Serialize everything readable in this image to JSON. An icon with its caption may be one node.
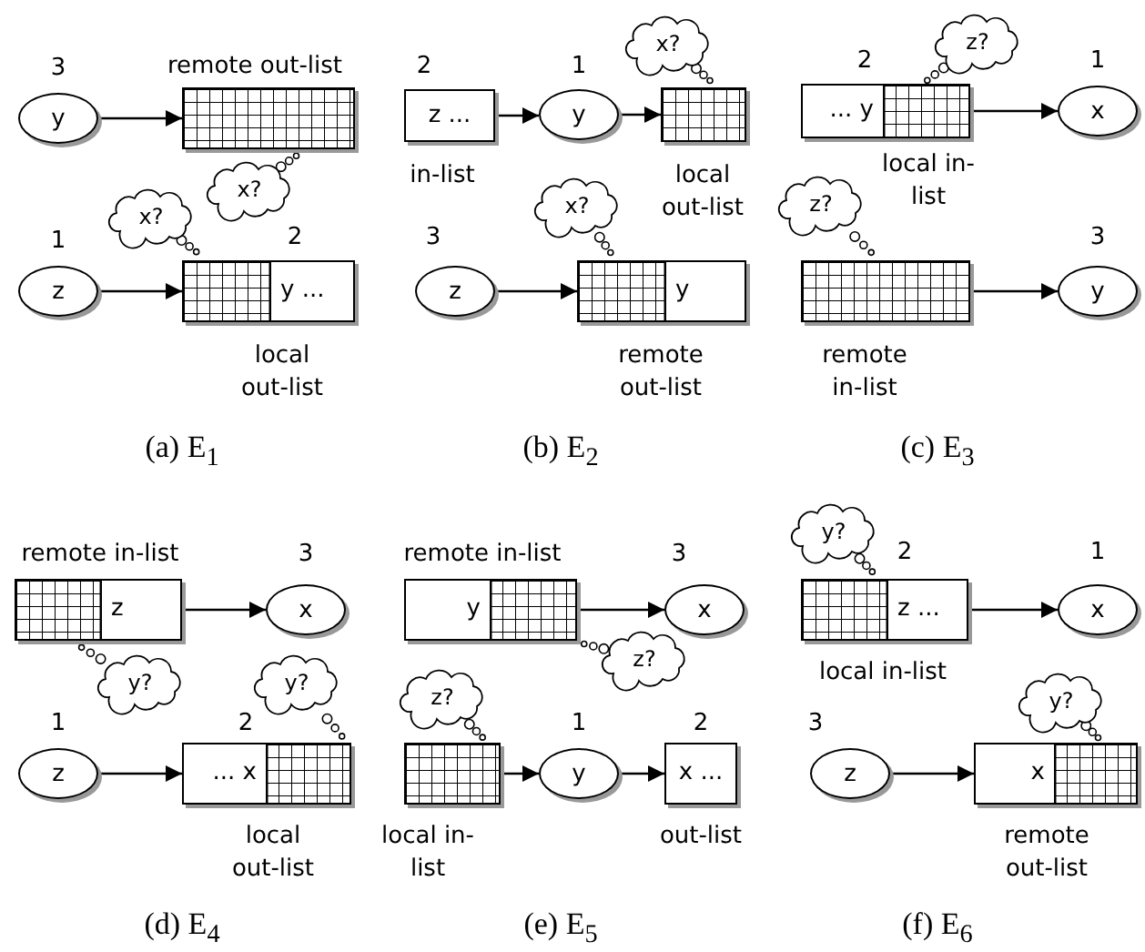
{
  "diagram": {
    "nodes": [
      {
        "text": [
          "y"
        ],
        "beside": [
          "3"
        ]
      },
      {
        "text": [],
        "shape": "box",
        "beside": [
          "remote out-list"
        ]
      },
      {
        "text": [
          "x?"
        ]
      },
      {
        "text": [
          "x?"
        ]
      },
      {
        "text": [
          "z"
        ],
        "beside": [
          "1"
        ]
      },
      {
        "text": [
          "y ..."
        ],
        "beside": [
          "2",
          "local out-list"
        ]
      },
      {
        "text": [
          "x?"
        ]
      },
      {
        "text": [
          "z ..."
        ],
        "beside": [
          "2",
          "in-list"
        ]
      },
      {
        "text": [
          "y"
        ],
        "beside": [
          "1"
        ]
      },
      {
        "text": [],
        "shape": "box",
        "beside": [
          "local out-list"
        ]
      },
      {
        "text": [
          "x?"
        ]
      },
      {
        "text": [
          "z"
        ],
        "beside": [
          "3"
        ]
      },
      {
        "text": [
          "y"
        ],
        "beside": [
          "remote out-list"
        ]
      },
      {
        "text": [
          "z?"
        ]
      },
      {
        "text": [
          "... y"
        ],
        "beside": [
          "2",
          "local in-list"
        ]
      },
      {
        "text": [
          "x"
        ],
        "beside": [
          "1"
        ]
      },
      {
        "text": [
          "z?"
        ]
      },
      {
        "text": [],
        "shape": "box",
        "beside": [
          "remote in-list"
        ]
      },
      {
        "text": [
          "y"
        ],
        "beside": [
          "3"
        ]
      },
      {
        "text": [
          "z"
        ],
        "beside": [
          "remote in-list"
        ]
      },
      {
        "text": [
          "x"
        ],
        "beside": [
          "3"
        ]
      },
      {
        "text": [
          "y?"
        ]
      },
      {
        "text": [
          "y?"
        ]
      },
      {
        "text": [
          "z"
        ],
        "beside": [
          "1"
        ]
      },
      {
        "text": [
          "... x"
        ],
        "beside": [
          "2",
          "local out-list"
        ]
      },
      {
        "text": [
          "y"
        ],
        "beside": [
          "remote in-list"
        ]
      },
      {
        "text": [
          "x"
        ],
        "beside": [
          "3"
        ]
      },
      {
        "text": [
          "z?"
        ]
      },
      {
        "text": [
          "z?"
        ]
      },
      {
        "text": [],
        "shape": "box",
        "beside": [
          "local in-list"
        ]
      },
      {
        "text": [
          "y"
        ],
        "beside": [
          "1"
        ]
      },
      {
        "text": [
          "x ..."
        ],
        "beside": [
          "2",
          "out-list"
        ]
      },
      {
        "text": [
          "y?"
        ]
      },
      {
        "text": [
          "z ..."
        ],
        "beside": [
          "2",
          "local in-list"
        ]
      },
      {
        "text": [
          "x"
        ],
        "beside": [
          "1"
        ]
      },
      {
        "text": [
          "y?"
        ]
      },
      {
        "text": [
          "z"
        ],
        "beside": [
          "3"
        ]
      },
      {
        "text": [
          "x"
        ],
        "beside": [
          "remote out-list"
        ]
      }
    ],
    "edges": [
      {
        "from": 0,
        "to": 1,
        "arrow": "to"
      },
      {
        "from": 4,
        "to": 5,
        "arrow": "to"
      },
      {
        "from": 7,
        "to": 8,
        "arrow": "to"
      },
      {
        "from": 8,
        "to": 9,
        "arrow": "to"
      },
      {
        "from": 11,
        "to": 12,
        "arrow": "to"
      },
      {
        "from": 14,
        "to": 15,
        "arrow": "to"
      },
      {
        "from": 17,
        "to": 18,
        "arrow": "to"
      },
      {
        "from": 19,
        "to": 20,
        "arrow": "to"
      },
      {
        "from": 23,
        "to": 24,
        "arrow": "to"
      },
      {
        "from": 25,
        "to": 26,
        "arrow": "to"
      },
      {
        "from": 29,
        "to": 30,
        "arrow": "to"
      },
      {
        "from": 30,
        "to": 31,
        "arrow": "to"
      },
      {
        "from": 33,
        "to": 34,
        "arrow": "to"
      },
      {
        "from": 36,
        "to": 37,
        "arrow": "to"
      }
    ],
    "labels": [
      "(a) E$_{1}$",
      "(b) E$_{2}$",
      "(c) E$_{3}$",
      "(d) E$_{4}$",
      "(e) E$_{5}$",
      "(f) E$_{6}$"
    ]
  }
}
